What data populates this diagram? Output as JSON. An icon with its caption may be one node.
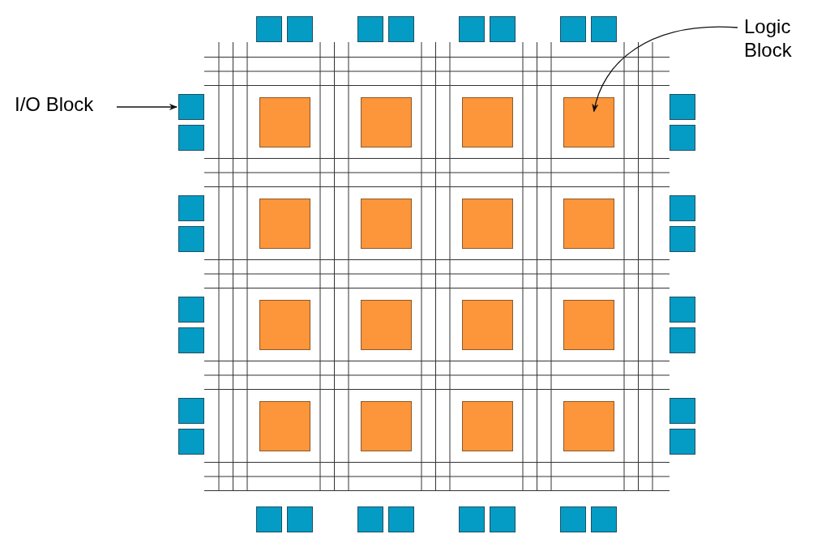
{
  "diagram": {
    "nodes": [
      {
        "text": [
          "I/O Block"
        ]
      },
      {
        "text": [
          "Logic Block"
        ]
      },
      {
        "text": [],
        "shape": "box"
      },
      {
        "text": [],
        "shape": "box"
      },
      {
        "text": [],
        "shape": "box"
      },
      {
        "text": [],
        "shape": "box"
      },
      {
        "text": [],
        "shape": "box"
      },
      {
        "text": [],
        "shape": "box"
      },
      {
        "text": [],
        "shape": "box"
      },
      {
        "text": [],
        "shape": "box"
      },
      {
        "text": [],
        "shape": "box"
      },
      {
        "text": [],
        "shape": "box"
      },
      {
        "text": [],
        "shape": "box"
      },
      {
        "text": [],
        "shape": "box"
      },
      {
        "text": [],
        "shape": "box"
      },
      {
        "text": [],
        "shape": "box"
      },
      {
        "text": [],
        "shape": "box"
      },
      {
        "text": [],
        "shape": "box"
      },
      {
        "text": [],
        "shape": "box"
      },
      {
        "text": [],
        "shape": "box"
      },
      {
        "text": [],
        "shape": "box"
      },
      {
        "text": [],
        "shape": "box"
      },
      {
        "text": [],
        "shape": "box"
      },
      {
        "text": [],
        "shape": "box"
      },
      {
        "text": [],
        "shape": "box"
      },
      {
        "text": [],
        "shape": "box"
      },
      {
        "text": [],
        "shape": "box"
      },
      {
        "text": [],
        "shape": "box"
      },
      {
        "text": [],
        "shape": "box"
      },
      {
        "text": [],
        "shape": "box"
      },
      {
        "text": [],
        "shape": "box"
      },
      {
        "text": [],
        "shape": "box"
      },
      {
        "text": [],
        "shape": "box"
      },
      {
        "text": [],
        "shape": "box"
      },
      {
        "text": [],
        "shape": "box"
      },
      {
        "text": [],
        "shape": "box"
      },
      {
        "text": [],
        "shape": "box"
      },
      {
        "text": [],
        "shape": "box"
      },
      {
        "text": [],
        "shape": "box"
      },
      {
        "text": [],
        "shape": "box"
      },
      {
        "text": [],
        "shape": "box"
      },
      {
        "text": [],
        "shape": "box"
      },
      {
        "text": [],
        "shape": "box"
      },
      {
        "text": [],
        "shape": "box"
      },
      {
        "text": [],
        "shape": "box"
      },
      {
        "text": [],
        "shape": "box"
      },
      {
        "text": [],
        "shape": "box"
      },
      {
        "text": [],
        "shape": "box"
      },
      {
        "text": [],
        "shape": "box"
      },
      {
        "text": [],
        "shape": "box"
      }
    ],
    "edges": [
      {
        "from": 0,
        "to": 10,
        "arrow": "to"
      },
      {
        "from": 1,
        "to": 15,
        "arrow": "to"
      }
    ]
  }
}
